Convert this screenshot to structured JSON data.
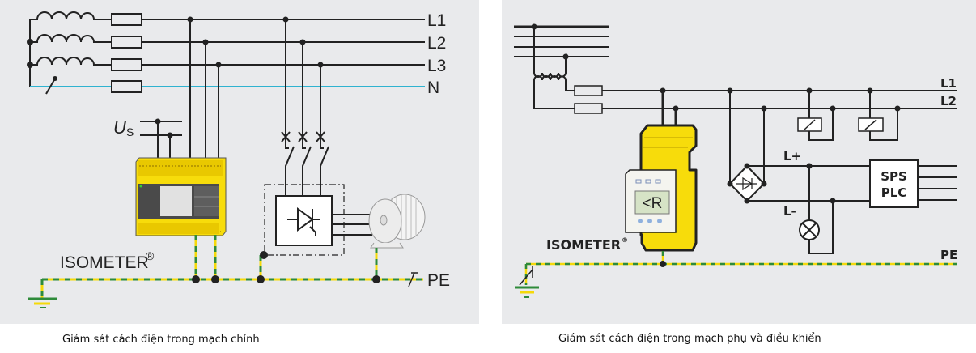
{
  "colors": {
    "panel_bg": "#e9eaec",
    "wire": "#222222",
    "neutral": "#2fb3d0",
    "pe_yellow": "#f5d90a",
    "pe_green": "#2e8b3a",
    "device_yellow": "#f7dc0b"
  },
  "left_diagram": {
    "lines": [
      "L1",
      "L2",
      "L3",
      "N"
    ],
    "supply_label": "U",
    "supply_subscript": "S",
    "device_label": "ISOMETER",
    "registered_mark": "®",
    "pe_label": "PE",
    "caption": "Giám sát cách điện trong mạch chính"
  },
  "right_diagram": {
    "lines": [
      "L1",
      "L2"
    ],
    "dc_plus": "L+",
    "dc_minus": "L-",
    "plc_line1": "SPS",
    "plc_line2": "PLC",
    "display_text": "<R",
    "device_label": "ISOMETER",
    "registered_mark": "®",
    "pe_label": "PE",
    "caption": "Giám sát cách điện trong mạch phụ và điều khiển"
  }
}
